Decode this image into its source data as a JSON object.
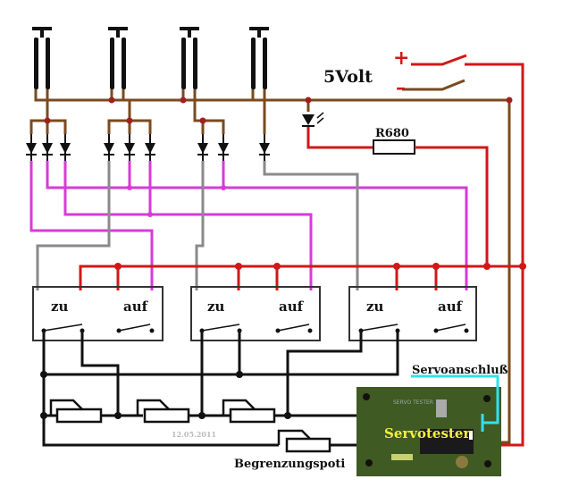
{
  "labels": {
    "voltage": "5Volt",
    "plus": "+",
    "minus": "–",
    "resistor": "R680",
    "relay_close": "zu",
    "relay_open": "auf",
    "servo_connector": "Servoanschluß",
    "servotester": "Servotester",
    "limit_pot": "Begrenzungspoti",
    "date": "12.05.2011",
    "pcb_silk": "SERVO TESTER"
  },
  "relays": [
    {
      "left": "zu",
      "right": "auf"
    },
    {
      "left": "zu",
      "right": "auf"
    },
    {
      "left": "zu",
      "right": "auf"
    }
  ],
  "colors": {
    "ground": "#7a4a1e",
    "positive": "#d01818",
    "open_lines": "#d83ad8",
    "close_lines": "#8a8a8a",
    "servo_signal": "#30e0f0",
    "pcb": "#3f5a22",
    "servotester_text": "#f4f040"
  }
}
